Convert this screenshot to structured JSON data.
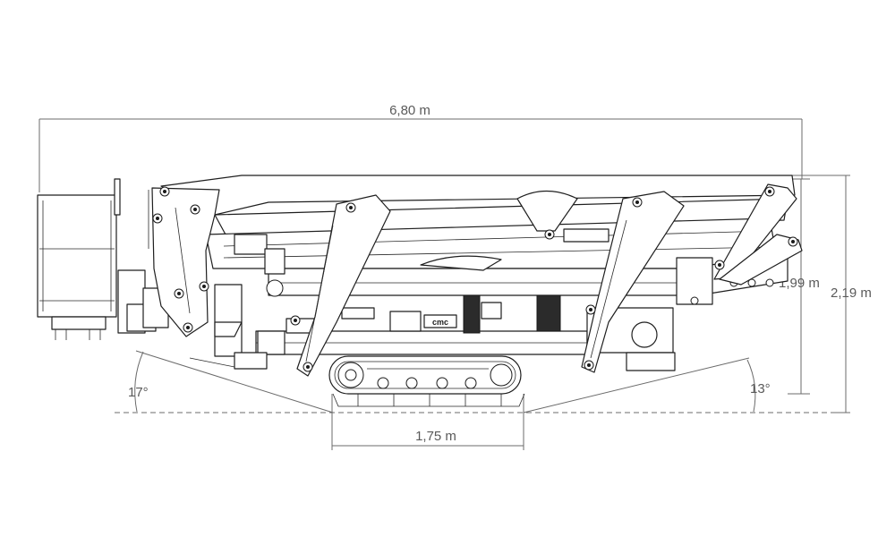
{
  "dimensions": {
    "overall_length": "6,80 m",
    "track_length": "1,75 m",
    "stowed_height_inner": "1,99 m",
    "stowed_height_outer": "2,19 m",
    "front_angle": "17°",
    "rear_angle": "13°"
  },
  "machine": {
    "brand_mark": "cmc"
  },
  "colors": {
    "line": "#1f1f1f",
    "dimension": "#6b6b6b",
    "text": "#5a5a5a",
    "background": "#ffffff"
  }
}
